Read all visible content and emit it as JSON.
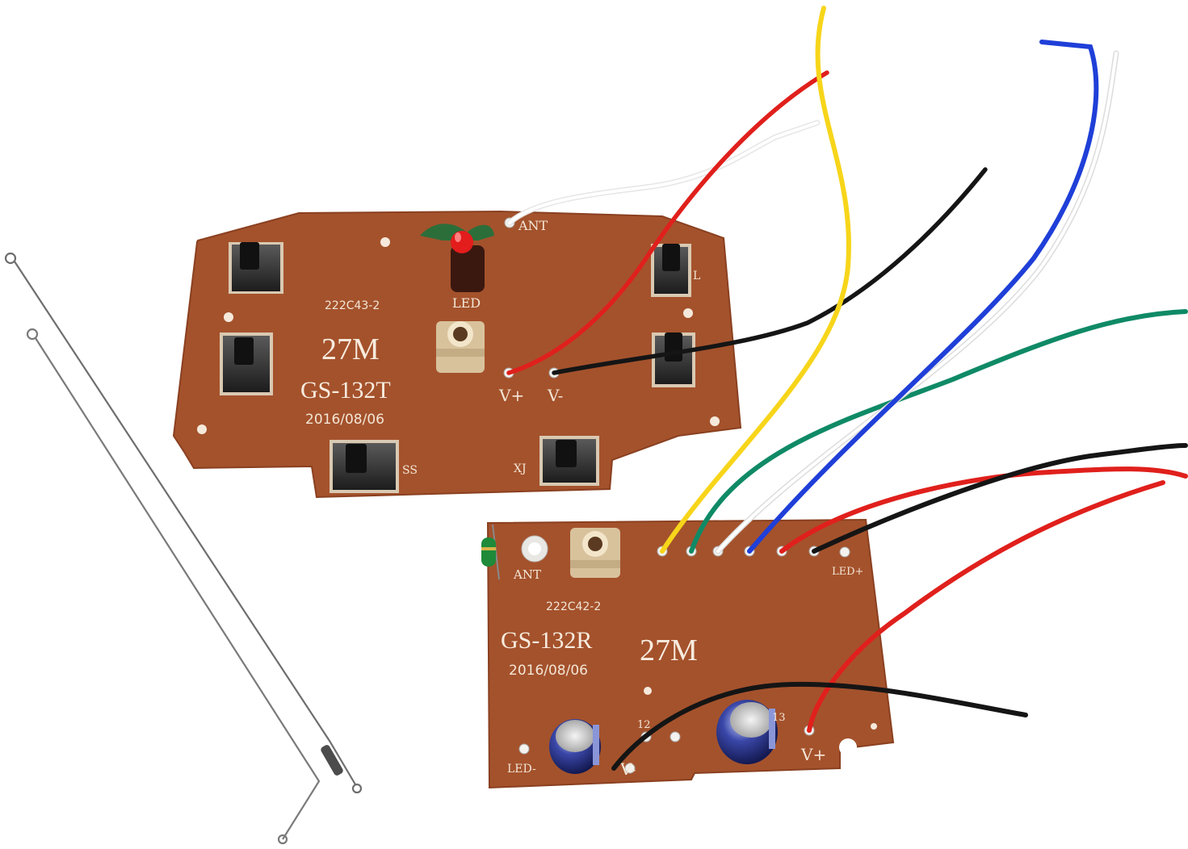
{
  "colors": {
    "board": "#a4522c",
    "board_edge": "#8e4424",
    "silkscreen": "#f3e6d6",
    "wire_red": "#e0201c",
    "wire_black": "#151515",
    "wire_white": "#f2f2f2",
    "wire_yellow": "#f7d51a",
    "wire_blue": "#1f3fd8",
    "wire_green": "#0f8a66",
    "antenna_wire": "#6e6e6e"
  },
  "transmitter": {
    "model": "GS-132T",
    "frequency": "27M",
    "code": "222C43-2",
    "date": "2016/08/06",
    "labels": {
      "ant": "ANT",
      "led": "LED",
      "vplus": "V+",
      "vminus": "V-",
      "ss": "SS",
      "xj": "XJ",
      "l": "L"
    }
  },
  "receiver": {
    "model": "GS-132R",
    "frequency": "27M",
    "code": "222C42-2",
    "date": "2016/08/06",
    "labels": {
      "ant": "ANT",
      "ledplus": "LED+",
      "ledminus": "LED-",
      "vplus": "V+",
      "vminus": "V-",
      "pin12": "12",
      "pin13": "13"
    }
  }
}
